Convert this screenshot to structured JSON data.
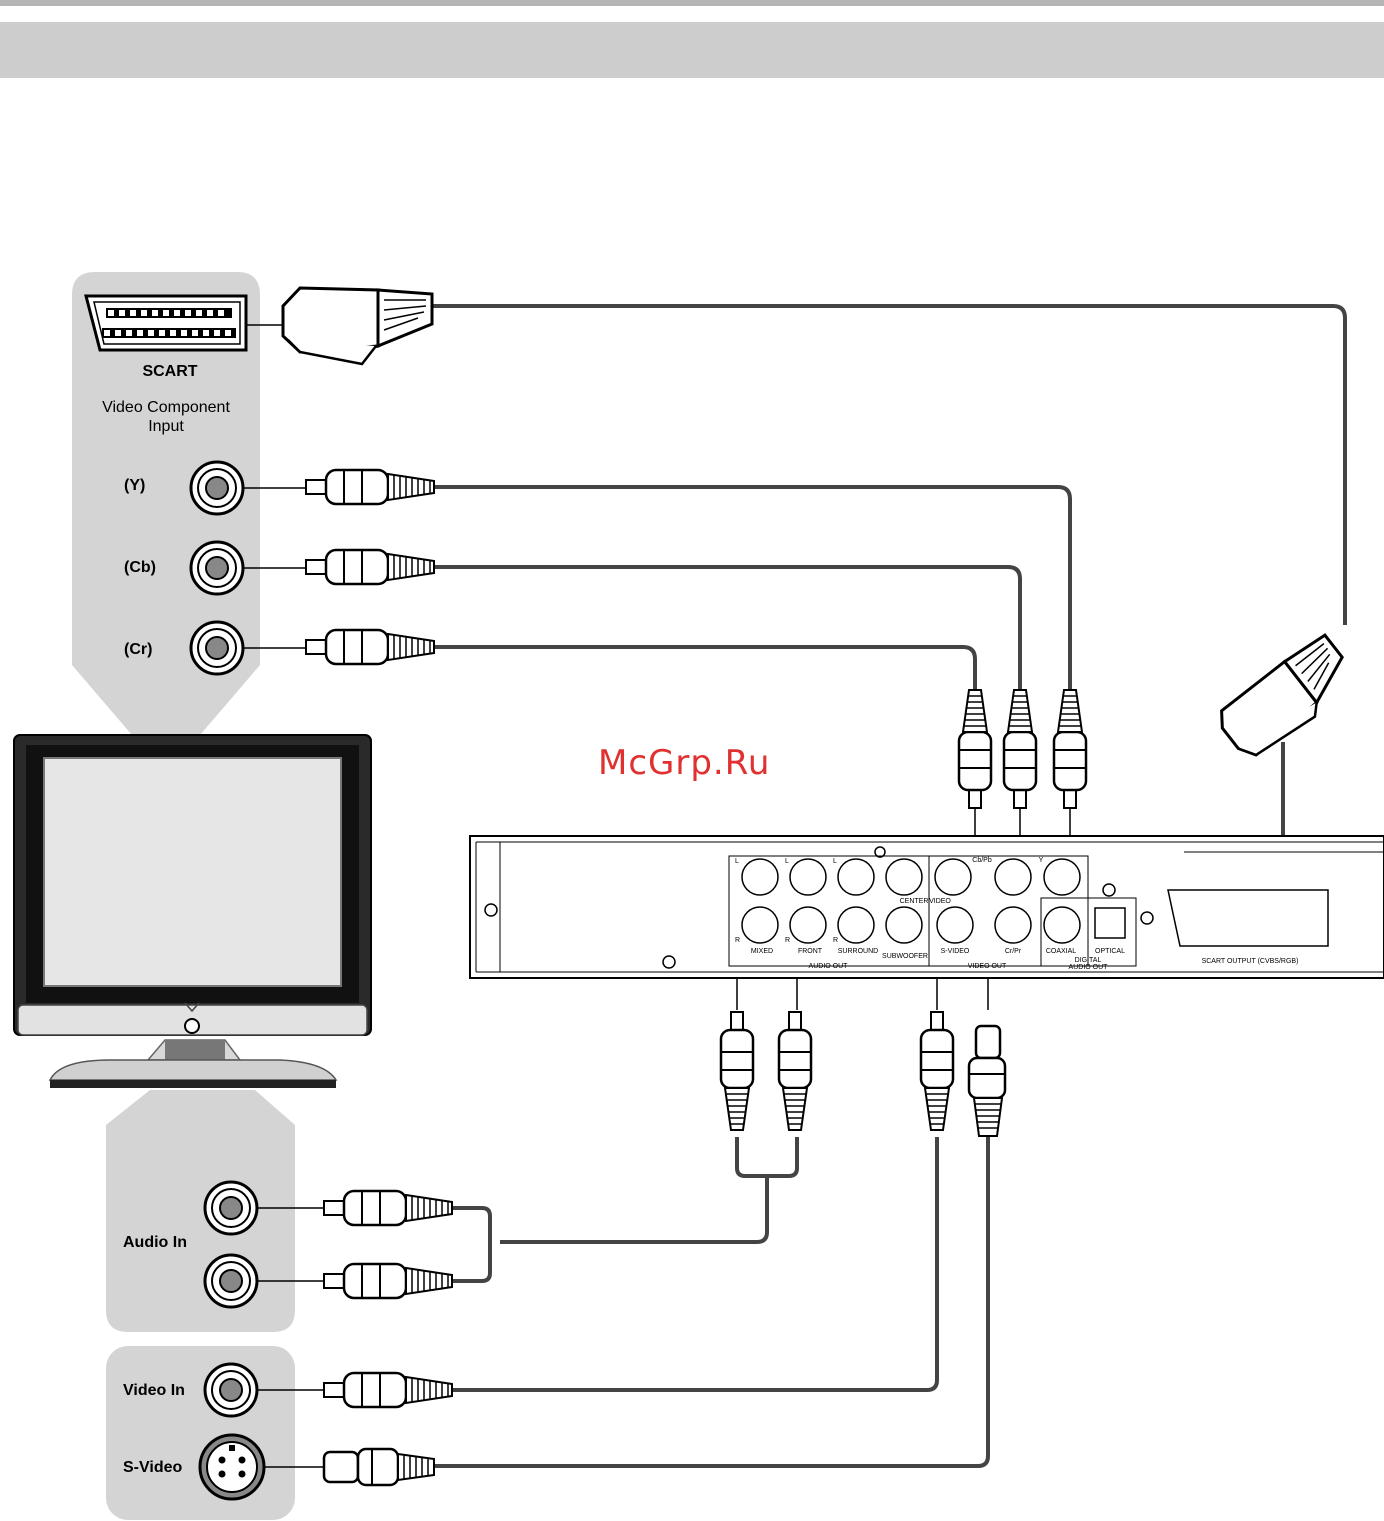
{
  "watermark": "McGrp.Ru",
  "tv_panel": {
    "scart_label": "SCART",
    "component_label_1": "Video Component",
    "component_label_2": "Input",
    "jack_y": "(Y)",
    "jack_cb": "(Cb)",
    "jack_cr": "(Cr)",
    "audio_in": "Audio In",
    "video_in": "Video In",
    "s_video": "S-Video"
  },
  "dvd_rear": {
    "l1": "L",
    "l2": "L",
    "l3": "L",
    "r1": "R",
    "r2": "R",
    "mixed": "MIXED",
    "front": "FRONT",
    "surround": "SURROUND",
    "subwoofer": "SUBWOOFER",
    "center": "CENTER",
    "audio_out": "AUDIO OUT",
    "video": "VIDEO",
    "s_video": "S-VIDEO",
    "video_out": "VIDEO OUT",
    "cb_pb": "Cb/Pb",
    "cr_pr": "Cr/Pr",
    "y": "Y",
    "coaxial": "COAXIAL",
    "optical": "OPTICAL",
    "digital": "DIGITAL",
    "digital_audio_out": "AUDIO OUT",
    "scart_output": "SCART OUTPUT (CVBS/RGB)"
  }
}
